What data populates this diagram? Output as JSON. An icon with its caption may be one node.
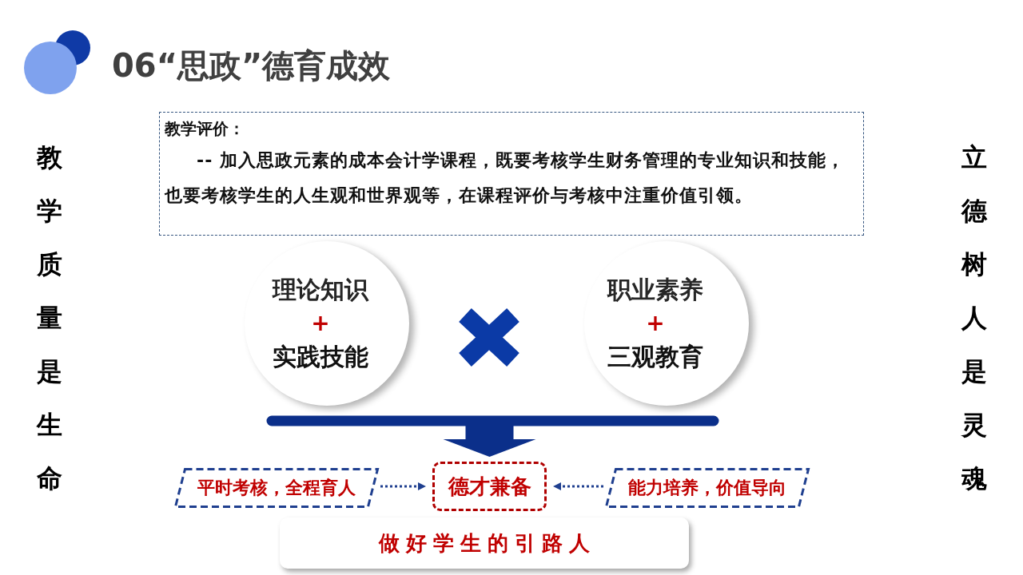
{
  "diagram": {
    "title": "06“思政”德育成效",
    "nodes": [
      {
        "text": [
          "教学评价：",
          "-- 加入思政元素的成本会计学课程，既要考核学生财务管理的专业知识和技能，也要考核学生的人生观和世界观等，在课程评价与考核中注重价值引领。"
        ]
      },
      {
        "text": [
          "理论知识",
          "+",
          "实践技能"
        ]
      },
      {
        "text": [
          "职业素养",
          "+",
          "三观教育"
        ]
      },
      {
        "text": [
          "平时考核，全程育人"
        ]
      },
      {
        "text": [
          "德才兼备"
        ]
      },
      {
        "text": [
          "能力培养，价值导向"
        ]
      },
      {
        "text": [
          "做好学生的引路人"
        ]
      }
    ],
    "edges": [
      {
        "from": 1,
        "to": 4,
        "arrow": "to",
        "style": "thick"
      },
      {
        "from": 2,
        "to": 4,
        "arrow": "to",
        "style": "thick"
      },
      {
        "from": 3,
        "to": 4,
        "arrow": "to",
        "style": "dashed"
      },
      {
        "from": 5,
        "to": 4,
        "arrow": "to",
        "style": "dashed"
      }
    ],
    "labels": [
      "教学质量是生命",
      "立德树人是灵魂"
    ]
  }
}
